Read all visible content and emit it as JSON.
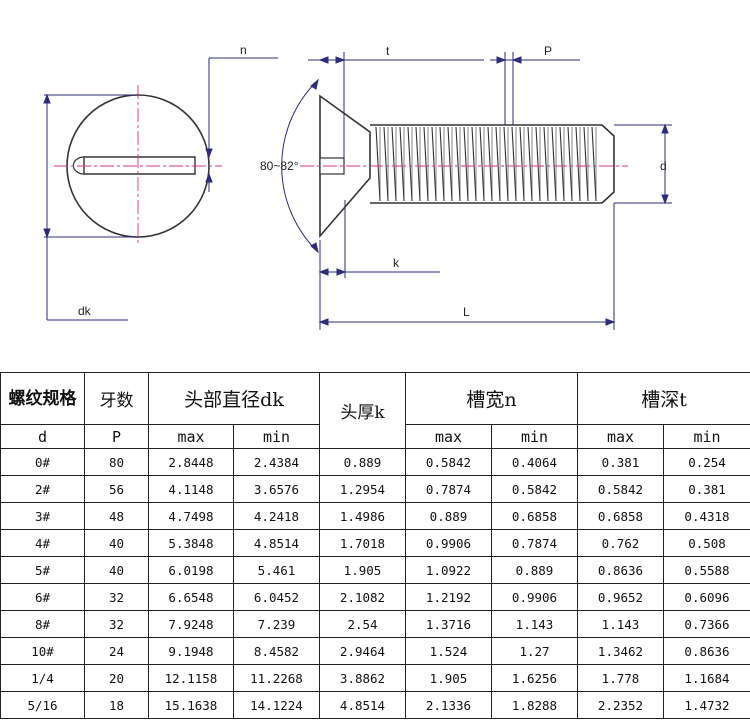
{
  "drawing": {
    "dims": {
      "n": "n",
      "t": "t",
      "p": "P",
      "d": "d",
      "dk": "dk",
      "k": "k",
      "L": "L",
      "angle": "80~82°"
    }
  },
  "table": {
    "headers": {
      "spec": "螺纹规格",
      "pitch": "牙数",
      "head_dia": "头部直径dk",
      "head_thick": "头厚k",
      "slot_width": "槽宽n",
      "slot_depth": "槽深t"
    },
    "subheaders": {
      "d": "d",
      "p": "P",
      "dk_max": "max",
      "dk_min": "min",
      "n_max": "max",
      "n_min": "min",
      "t_max": "max",
      "t_min": "min"
    },
    "rows": [
      [
        "0#",
        "80",
        "2.8448",
        "2.4384",
        "0.889",
        "0.5842",
        "0.4064",
        "0.381",
        "0.254"
      ],
      [
        "2#",
        "56",
        "4.1148",
        "3.6576",
        "1.2954",
        "0.7874",
        "0.5842",
        "0.5842",
        "0.381"
      ],
      [
        "3#",
        "48",
        "4.7498",
        "4.2418",
        "1.4986",
        "0.889",
        "0.6858",
        "0.6858",
        "0.4318"
      ],
      [
        "4#",
        "40",
        "5.3848",
        "4.8514",
        "1.7018",
        "0.9906",
        "0.7874",
        "0.762",
        "0.508"
      ],
      [
        "5#",
        "40",
        "6.0198",
        "5.461",
        "1.905",
        "1.0922",
        "0.889",
        "0.8636",
        "0.5588"
      ],
      [
        "6#",
        "32",
        "6.6548",
        "6.0452",
        "2.1082",
        "1.2192",
        "0.9906",
        "0.9652",
        "0.6096"
      ],
      [
        "8#",
        "32",
        "7.9248",
        "7.239",
        "2.54",
        "1.3716",
        "1.143",
        "1.143",
        "0.7366"
      ],
      [
        "10#",
        "24",
        "9.1948",
        "8.4582",
        "2.9464",
        "1.524",
        "1.27",
        "1.3462",
        "0.8636"
      ],
      [
        "1/4",
        "20",
        "12.1158",
        "11.2268",
        "3.8862",
        "1.905",
        "1.6256",
        "1.778",
        "1.1684"
      ],
      [
        "5/16",
        "18",
        "15.1638",
        "14.1224",
        "4.8514",
        "2.1336",
        "1.8288",
        "2.2352",
        "1.4732"
      ]
    ]
  },
  "colors": {
    "line": "#333333",
    "dim": "#2c2c7a",
    "center": "#d6338a"
  }
}
